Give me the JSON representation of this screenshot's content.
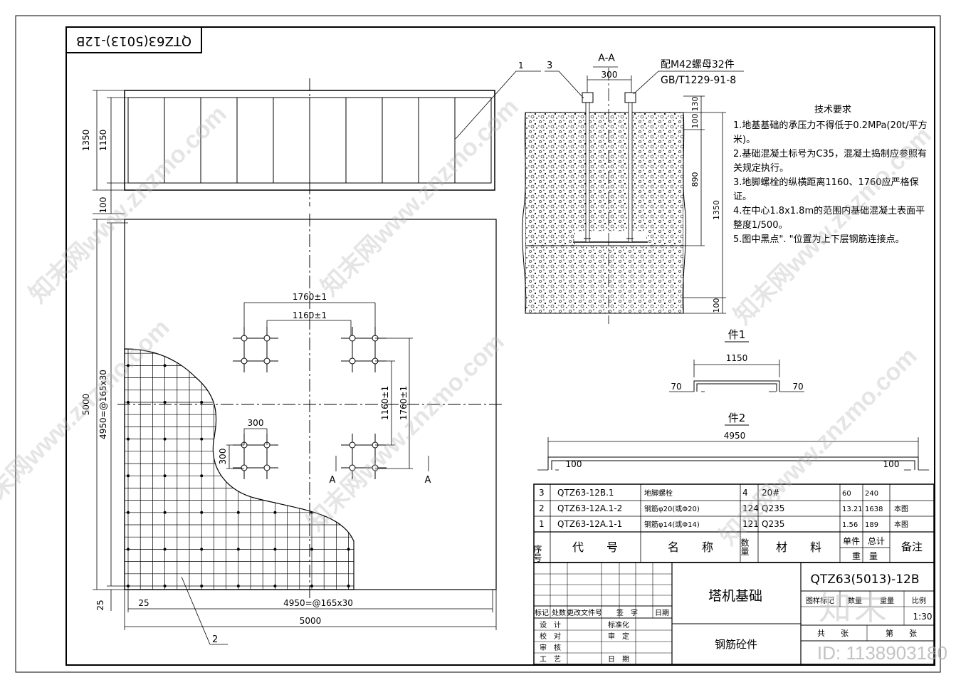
{
  "drawing_number": "QTZ63(5013)-12B",
  "plan": {
    "strip_dims": {
      "d1350": "1350",
      "d1150": "1150",
      "d100": "100"
    },
    "dims": {
      "d5000_v": "5000",
      "d4950_v": "4950=@165x30",
      "d1760_h": "1760±1",
      "d1160_h": "1160±1",
      "d1160_v": "1160±1",
      "d1760_v": "1760±1",
      "d300_h": "300",
      "d300_v": "300",
      "d25_v": "25",
      "d25_h": "25",
      "d4950_h": "4950=@165x30",
      "d5000_h": "5000"
    },
    "section_marks": [
      "A",
      "A"
    ],
    "part_labels": [
      "1",
      "2"
    ]
  },
  "section": {
    "title": "A-A",
    "nut_note": "配M42螺母32件",
    "standard": "GB/T1229-91-8",
    "part_label": "3",
    "dims": {
      "w300": "300",
      "d130": "130",
      "d100top": "100",
      "d890": "890",
      "d1350": "1350",
      "d100bot": "100"
    }
  },
  "tech": {
    "heading": "技术要求",
    "lines": [
      "1.地基基础的承压力不得低于0.2MPa(20t/平方米)。",
      "2.基础混凝土标号为C35，混凝土捣制应参照有关规定执行。",
      "3.地脚螺栓的纵横距离1160、1760应严格保证。",
      "4.在中心1.8x1.8m的范围内基础混凝土表面平整度1/500。",
      "5.图中黑点\". \"位置为上下层钢筋连接点。"
    ]
  },
  "part1": {
    "label": "件1",
    "length": "1150",
    "left": "70",
    "right": "70"
  },
  "part2": {
    "label": "件2",
    "length": "4950",
    "left": "100",
    "right": "100"
  },
  "bom": {
    "rows": [
      {
        "no": "3",
        "code": "QTZ63-12B.1",
        "name": "地脚螺栓",
        "qty": "4",
        "material": "20#",
        "unit": "60",
        "total": "240",
        "note": ""
      },
      {
        "no": "2",
        "code": "QTZ63-12A.1-2",
        "name": "钢筋φ20(或Φ20)",
        "qty": "124",
        "material": "Q235",
        "unit": "13.21",
        "total": "1638",
        "note": "本图"
      },
      {
        "no": "1",
        "code": "QTZ63-12A.1-1",
        "name": "钢筋φ14(或Φ14)",
        "qty": "121",
        "material": "Q235",
        "unit": "1.56",
        "total": "189",
        "note": "本图"
      }
    ],
    "header": {
      "no": "序号",
      "code": "代　　号",
      "name": "名　　称",
      "qty": "数量",
      "material": "材　　料",
      "unit": "单件",
      "total": "总计",
      "weight": "重　量",
      "note": "备注"
    }
  },
  "title_block": {
    "title": "塔机基础",
    "subtitle": "钢筋砼件",
    "drawing_number": "QTZ63(5013)-12B",
    "rev_header": [
      "标记",
      "处数",
      "更改文件号",
      "签　字",
      "日期"
    ],
    "sign_rows": [
      [
        "设　计",
        "标准化"
      ],
      [
        "校　对",
        "审　定"
      ],
      [
        "审　核",
        ""
      ],
      [
        "工　艺",
        "日　期"
      ]
    ],
    "stage_header": [
      "图样标记",
      "数量",
      "重量",
      "比例"
    ],
    "scale": "1:30",
    "sheet": "共　　张",
    "page": "第　　张"
  },
  "watermarks": {
    "text": "知末网www.znzmo.com",
    "id": "ID: 1138903180",
    "logo": "知末"
  }
}
